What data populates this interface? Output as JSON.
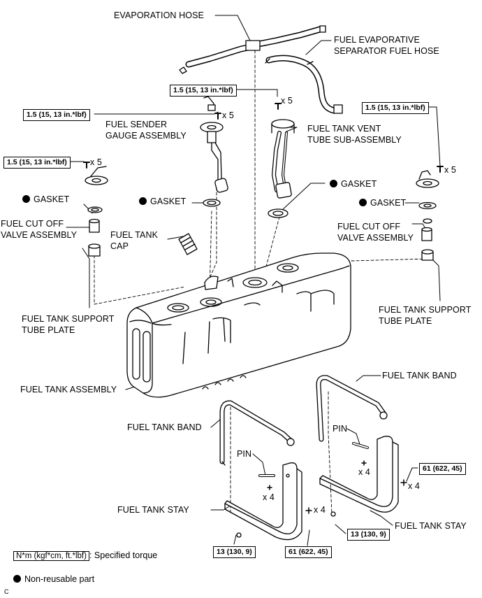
{
  "labels": {
    "evaporation_hose": "EVAPORATION HOSE",
    "fuel_evap_sep_line1": "FUEL EVAPORATIVE",
    "fuel_evap_sep_line2": "SEPARATOR FUEL HOSE",
    "sender_line1": "FUEL SENDER",
    "sender_line2": "GAUGE ASSEMBLY",
    "vent_tube_line1": "FUEL TANK VENT",
    "vent_tube_line2": "TUBE SUB-ASSEMBLY",
    "gasket": "GASKET",
    "cutoff_line1": "FUEL CUT OFF",
    "cutoff_line2": "VALVE ASSEMBLY",
    "fuel_tank_cap_line1": "FUEL TANK",
    "fuel_tank_cap_line2": "CAP",
    "support_plate_line1": "FUEL TANK SUPPORT",
    "support_plate_line2": "TUBE PLATE",
    "fuel_tank_assembly": "FUEL TANK ASSEMBLY",
    "fuel_tank_band": "FUEL TANK BAND",
    "fuel_tank_stay": "FUEL TANK STAY",
    "pin": "PIN"
  },
  "quantities": {
    "x5": "x 5",
    "x4": "x 4"
  },
  "torque": {
    "small": "1.5 (15, 13 in.*lbf)",
    "stay_bolt": "61 (622, 45)",
    "stay_nut": "13 (130, 9)"
  },
  "legend": {
    "torque_unit": "N*m (kgf*cm, ft.*lbf)",
    "torque_desc": ": Specified torque",
    "non_reusable": "Non-reusable part",
    "corner": "C"
  }
}
